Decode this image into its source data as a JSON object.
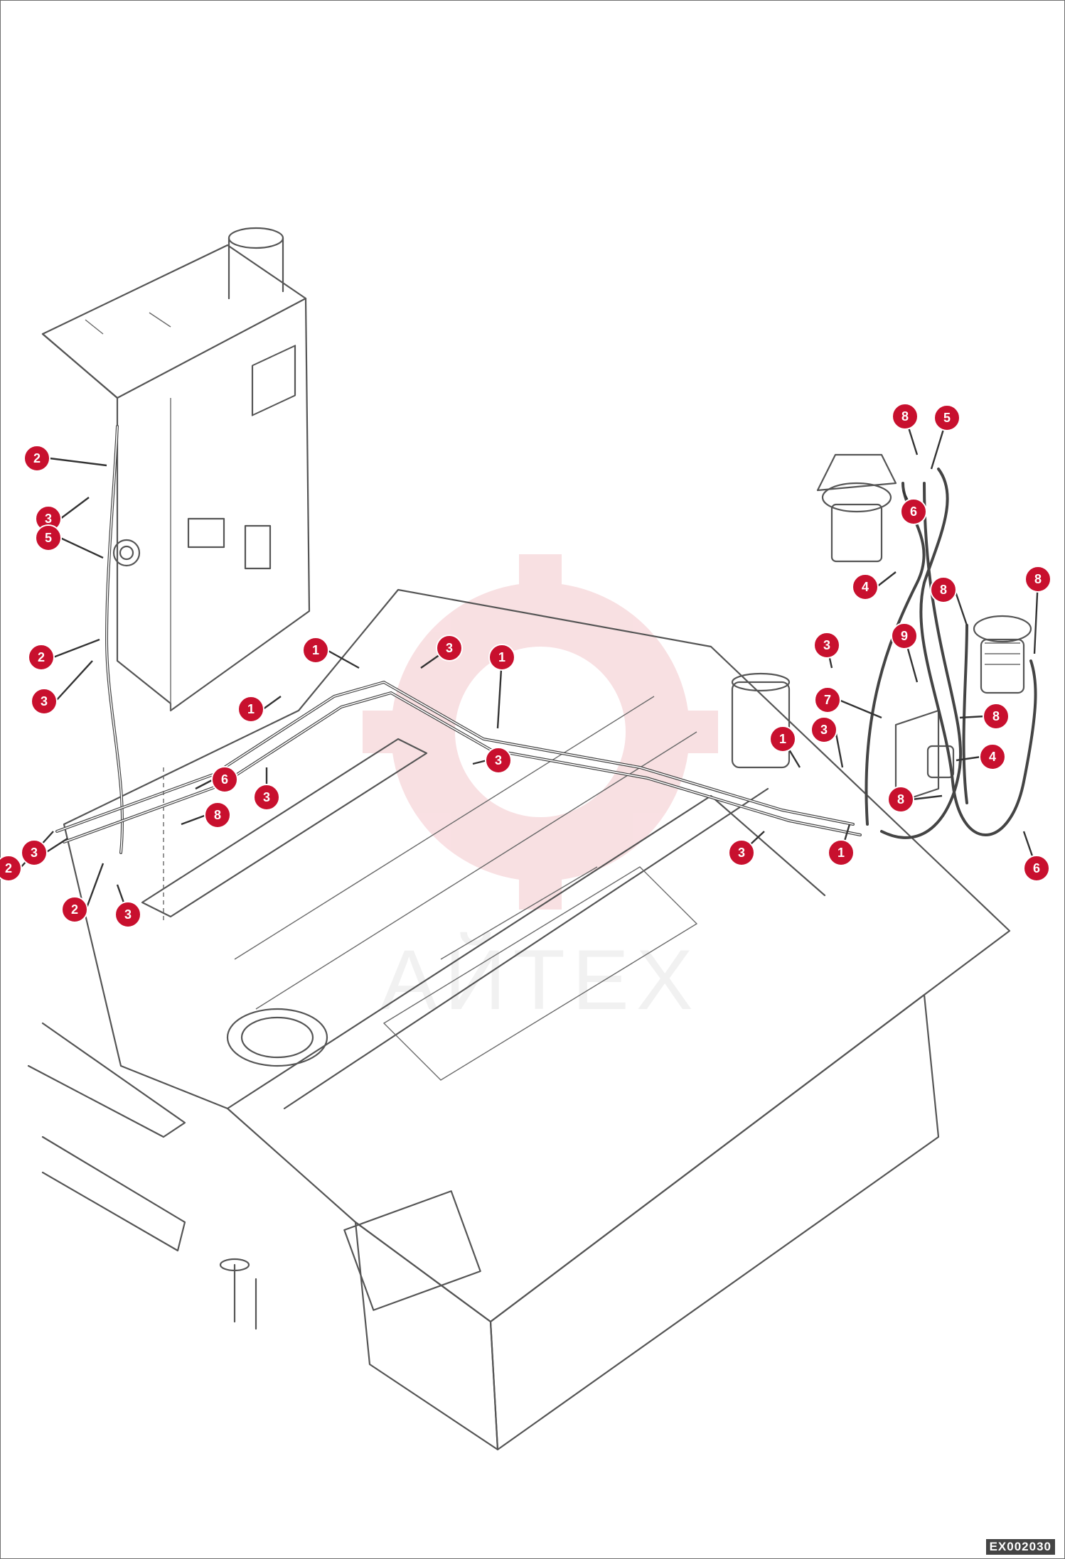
{
  "drawing_id": "EX002030",
  "watermark": {
    "text": "АЙТЕХ",
    "color": "#f2c9cd"
  },
  "callout_color": "#c8102e",
  "callouts": [
    "2",
    "3",
    "5",
    "2",
    "3",
    "1",
    "6",
    "8",
    "3",
    "2",
    "3",
    "2",
    "3",
    "1",
    "3",
    "1",
    "3",
    "1",
    "3",
    "3",
    "1",
    "8",
    "5",
    "6",
    "4",
    "8",
    "8",
    "9",
    "7",
    "3",
    "8",
    "4",
    "8",
    "6"
  ]
}
